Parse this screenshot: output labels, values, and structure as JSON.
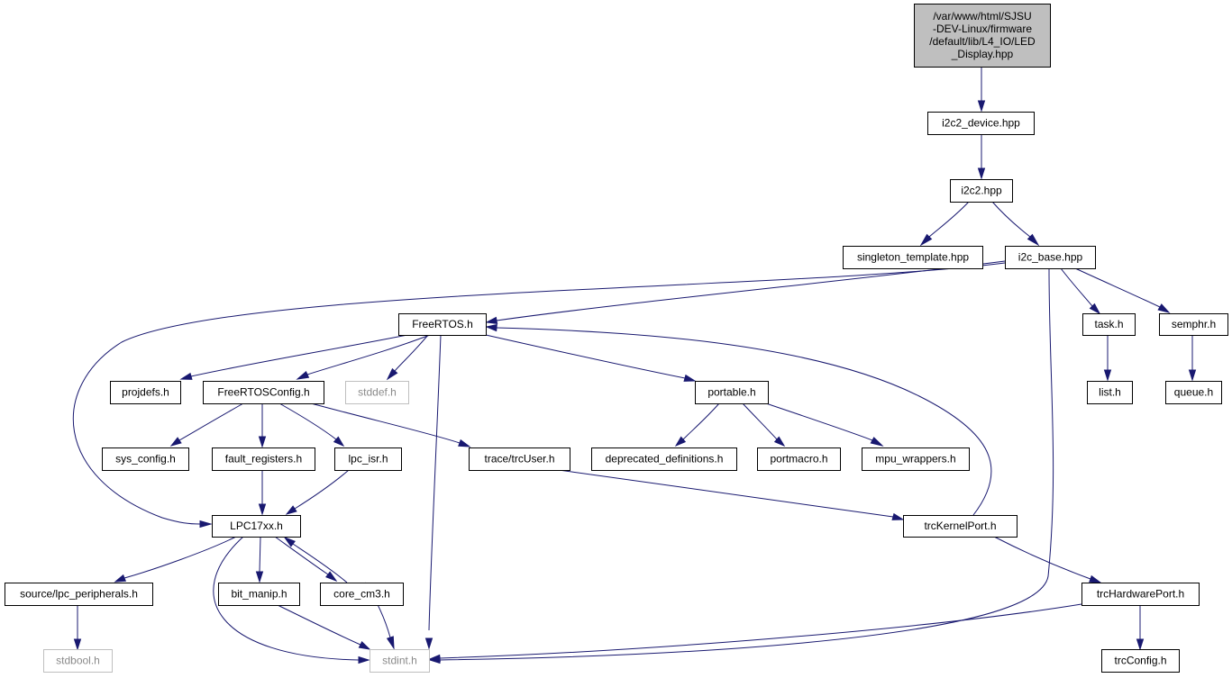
{
  "graph": {
    "colors": {
      "edge": "#191970",
      "node_border": "#000000",
      "node_fill": "#ffffff",
      "root_fill": "#bfbfbf",
      "external_border": "#bfbfbf",
      "external_text": "#8a8a8a"
    },
    "nodes": [
      {
        "id": "led_display",
        "lines": [
          "/var/www/html/SJSU",
          "-DEV-Linux/firmware",
          "/default/lib/L4_IO/LED",
          "_Display.hpp"
        ],
        "root": true
      },
      {
        "id": "i2c2_device",
        "lines": [
          "i2c2_device.hpp"
        ]
      },
      {
        "id": "i2c2",
        "lines": [
          "i2c2.hpp"
        ]
      },
      {
        "id": "singleton_template",
        "lines": [
          "singleton_template.hpp"
        ]
      },
      {
        "id": "i2c_base",
        "lines": [
          "i2c_base.hpp"
        ]
      },
      {
        "id": "freertos",
        "lines": [
          "FreeRTOS.h"
        ]
      },
      {
        "id": "task",
        "lines": [
          "task.h"
        ]
      },
      {
        "id": "semphr",
        "lines": [
          "semphr.h"
        ]
      },
      {
        "id": "projdefs",
        "lines": [
          "projdefs.h"
        ]
      },
      {
        "id": "freertosconfig",
        "lines": [
          "FreeRTOSConfig.h"
        ]
      },
      {
        "id": "stddef",
        "lines": [
          "stddef.h"
        ],
        "external": true
      },
      {
        "id": "portable",
        "lines": [
          "portable.h"
        ]
      },
      {
        "id": "list",
        "lines": [
          "list.h"
        ]
      },
      {
        "id": "queue",
        "lines": [
          "queue.h"
        ]
      },
      {
        "id": "sys_config",
        "lines": [
          "sys_config.h"
        ]
      },
      {
        "id": "fault_registers",
        "lines": [
          "fault_registers.h"
        ]
      },
      {
        "id": "lpc_isr",
        "lines": [
          "lpc_isr.h"
        ]
      },
      {
        "id": "trcuser",
        "lines": [
          "trace/trcUser.h"
        ]
      },
      {
        "id": "deprecated_definitions",
        "lines": [
          "deprecated_definitions.h"
        ]
      },
      {
        "id": "portmacro",
        "lines": [
          "portmacro.h"
        ]
      },
      {
        "id": "mpu_wrappers",
        "lines": [
          "mpu_wrappers.h"
        ]
      },
      {
        "id": "lpc17xx",
        "lines": [
          "LPC17xx.h"
        ]
      },
      {
        "id": "trckernelport",
        "lines": [
          "trcKernelPort.h"
        ]
      },
      {
        "id": "lpc_peripherals",
        "lines": [
          "source/lpc_peripherals.h"
        ]
      },
      {
        "id": "bit_manip",
        "lines": [
          "bit_manip.h"
        ]
      },
      {
        "id": "core_cm3",
        "lines": [
          "core_cm3.h"
        ]
      },
      {
        "id": "trchardwareport",
        "lines": [
          "trcHardwarePort.h"
        ]
      },
      {
        "id": "stdbool",
        "lines": [
          "stdbool.h"
        ],
        "external": true
      },
      {
        "id": "stdint",
        "lines": [
          "stdint.h"
        ],
        "external": true
      },
      {
        "id": "trcconfig",
        "lines": [
          "trcConfig.h"
        ]
      }
    ],
    "edges": [
      {
        "from": "led_display",
        "to": "i2c2_device"
      },
      {
        "from": "i2c2_device",
        "to": "i2c2"
      },
      {
        "from": "i2c2",
        "to": "singleton_template"
      },
      {
        "from": "i2c2",
        "to": "i2c_base"
      },
      {
        "from": "i2c_base",
        "to": "lpc17xx"
      },
      {
        "from": "i2c_base",
        "to": "freertos"
      },
      {
        "from": "i2c_base",
        "to": "stdint"
      },
      {
        "from": "i2c_base",
        "to": "task"
      },
      {
        "from": "i2c_base",
        "to": "semphr"
      },
      {
        "from": "freertos",
        "to": "projdefs"
      },
      {
        "from": "freertos",
        "to": "freertosconfig"
      },
      {
        "from": "freertos",
        "to": "stddef"
      },
      {
        "from": "freertos",
        "to": "stdint"
      },
      {
        "from": "freertos",
        "to": "portable"
      },
      {
        "from": "task",
        "to": "list"
      },
      {
        "from": "semphr",
        "to": "queue"
      },
      {
        "from": "freertosconfig",
        "to": "sys_config"
      },
      {
        "from": "freertosconfig",
        "to": "fault_registers"
      },
      {
        "from": "freertosconfig",
        "to": "lpc_isr"
      },
      {
        "from": "freertosconfig",
        "to": "trcuser"
      },
      {
        "from": "portable",
        "to": "deprecated_definitions"
      },
      {
        "from": "portable",
        "to": "portmacro"
      },
      {
        "from": "portable",
        "to": "mpu_wrappers"
      },
      {
        "from": "fault_registers",
        "to": "lpc17xx"
      },
      {
        "from": "lpc_isr",
        "to": "lpc17xx"
      },
      {
        "from": "trcuser",
        "to": "trckernelport"
      },
      {
        "from": "trckernelport",
        "to": "freertos"
      },
      {
        "from": "trckernelport",
        "to": "trchardwareport"
      },
      {
        "from": "lpc17xx",
        "to": "lpc_peripherals"
      },
      {
        "from": "lpc17xx",
        "to": "bit_manip"
      },
      {
        "from": "lpc17xx",
        "to": "core_cm3"
      },
      {
        "from": "lpc17xx",
        "to": "stdint"
      },
      {
        "from": "core_cm3",
        "to": "lpc17xx"
      },
      {
        "from": "core_cm3",
        "to": "stdint"
      },
      {
        "from": "bit_manip",
        "to": "stdint"
      },
      {
        "from": "lpc_peripherals",
        "to": "stdbool"
      },
      {
        "from": "trchardwareport",
        "to": "stdint"
      },
      {
        "from": "trchardwareport",
        "to": "trcconfig"
      }
    ]
  }
}
